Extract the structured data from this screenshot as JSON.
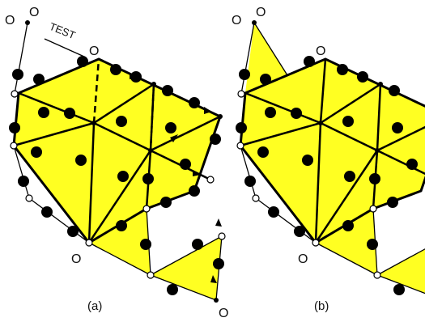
{
  "captions": {
    "a": "(a)",
    "b": "(b)"
  },
  "test_label": "TEST",
  "o_label": "O",
  "colors": {
    "fill": "#ffff22",
    "edge": "#000000",
    "vertex_filled": "#000000",
    "vertex_open": "#ffffff"
  }
}
